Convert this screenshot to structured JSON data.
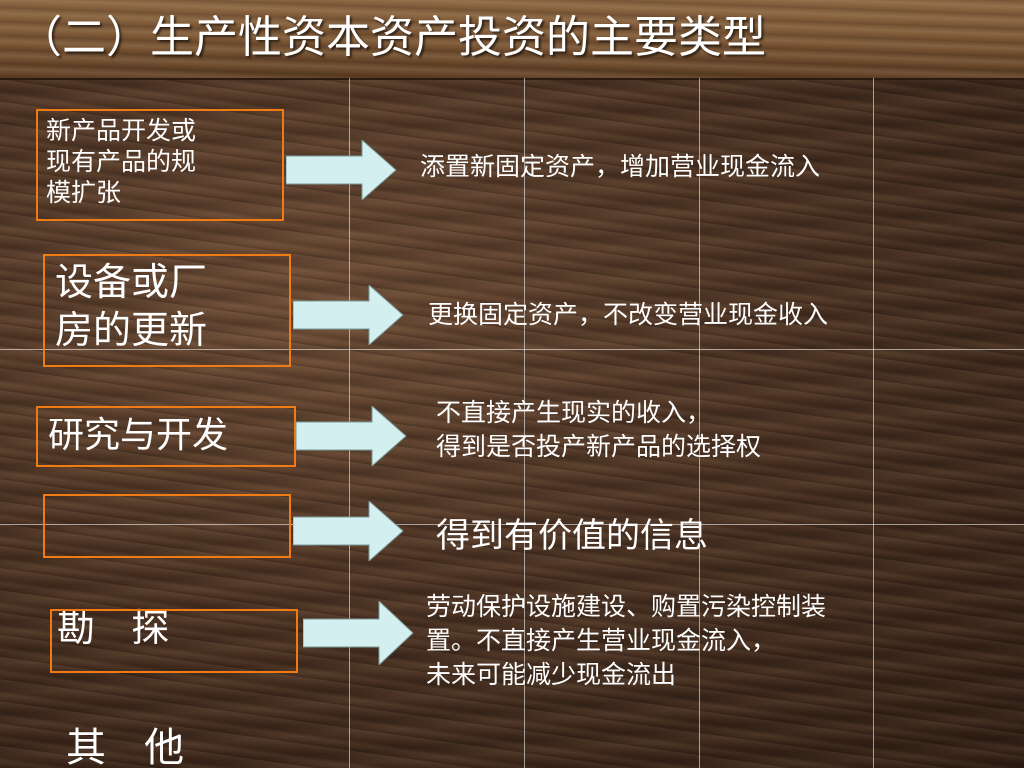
{
  "slide": {
    "title": "（二）生产性资本资产投资的主要类型"
  },
  "colors": {
    "box_border": "#f07a14",
    "arrow_fill": "#d3efef",
    "text": "#ffffff"
  },
  "rows": [
    {
      "category_lines": [
        "新产品开发或",
        "现有产品的规",
        "模扩张"
      ],
      "description_lines": [
        "添置新固定资产，增加营业现金流入"
      ]
    },
    {
      "category_lines": [
        "设备或厂",
        "房的更新"
      ],
      "description_lines": [
        "更换固定资产，不改变营业现金收入"
      ]
    },
    {
      "category_lines": [
        "研究与开发"
      ],
      "description_lines": [
        "不直接产生现实的收入，",
        "得到是否投产新产品的选择权"
      ]
    },
    {
      "category_lines": [
        "勘   探"
      ],
      "description_lines": [
        "得到有价值的信息"
      ]
    },
    {
      "category_lines": [
        "其   他"
      ],
      "description_lines": [
        "劳动保护设施建设、购置污染控制装",
        "置。不直接产生营业现金流入，",
        "未来可能减少现金流出"
      ]
    }
  ]
}
